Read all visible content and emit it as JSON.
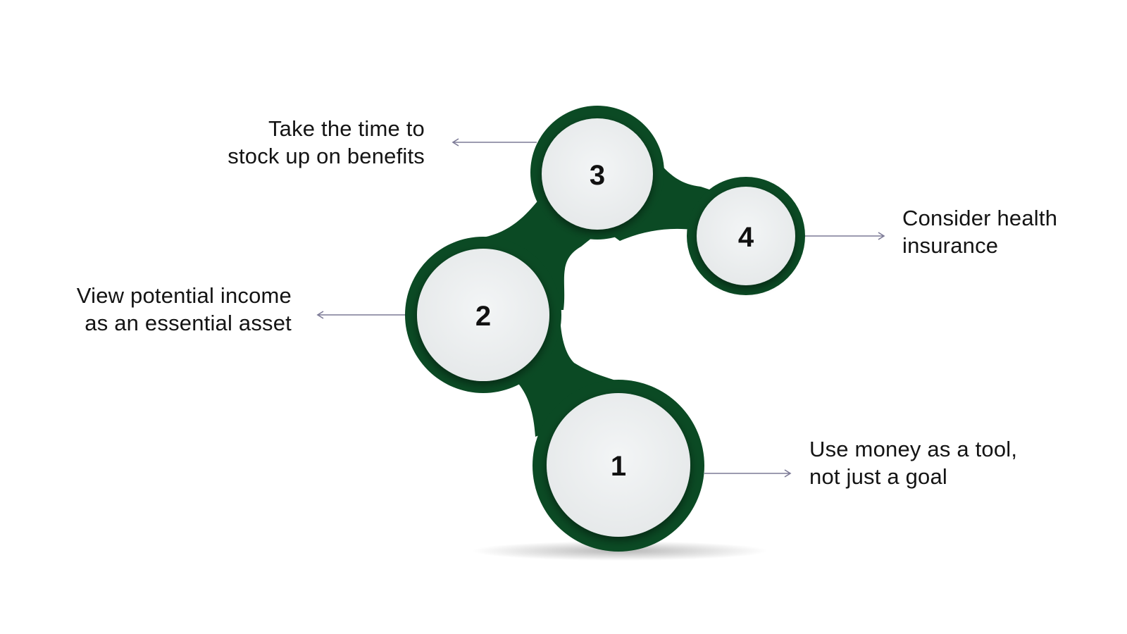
{
  "colors": {
    "shape": "#0b4a24",
    "circle_fill": "#eef0f1",
    "connector": "#7c7a96",
    "text": "#141414"
  },
  "steps": [
    {
      "number": "1",
      "lines": [
        "Use money as a tool,",
        "not just a goal"
      ]
    },
    {
      "number": "2",
      "lines": [
        "View potential income",
        "as an essential asset"
      ]
    },
    {
      "number": "3",
      "lines": [
        "Take the time to",
        "stock up on benefits"
      ]
    },
    {
      "number": "4",
      "lines": [
        "Consider health",
        "insurance"
      ]
    }
  ]
}
